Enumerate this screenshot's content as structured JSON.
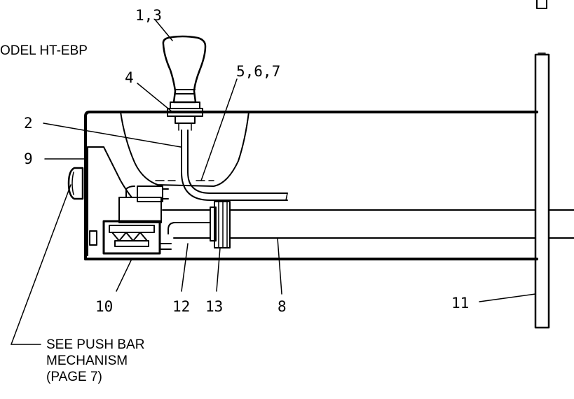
{
  "model_label": "ODEL HT-EBP",
  "callouts": {
    "c13": "1,3",
    "c4": "4",
    "c567": "5,6,7",
    "c2": "2",
    "c9": "9",
    "c10": "10",
    "c12": "12",
    "c13b": "13",
    "c8": "8",
    "c11": "11"
  },
  "note_lines": [
    "SEE PUSH BAR",
    "MECHANISM",
    "(PAGE 7)"
  ]
}
